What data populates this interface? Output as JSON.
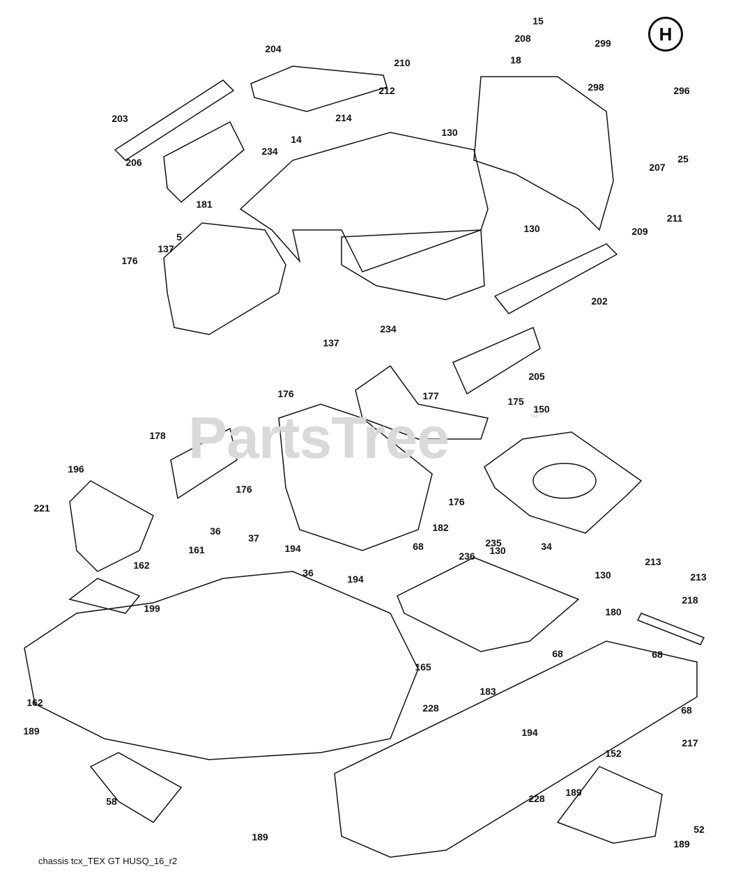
{
  "diagram": {
    "callouts": [
      "15",
      "208",
      "18",
      "299",
      "298",
      "296",
      "204",
      "210",
      "212",
      "214",
      "203",
      "130",
      "14",
      "234",
      "206",
      "207",
      "25",
      "130",
      "209",
      "211",
      "181",
      "137",
      "5",
      "176",
      "202",
      "137",
      "234",
      "205",
      "176",
      "177",
      "175",
      "150",
      "178",
      "176",
      "176",
      "196",
      "221",
      "182",
      "130",
      "235",
      "68",
      "236",
      "34",
      "36",
      "37",
      "194",
      "36",
      "194",
      "162",
      "161",
      "130",
      "213",
      "213",
      "199",
      "218",
      "180",
      "68",
      "68",
      "165",
      "183",
      "228",
      "68",
      "162",
      "189",
      "194",
      "217",
      "152",
      "58",
      "228",
      "189",
      "52",
      "189",
      "189"
    ],
    "watermark": "PartsTree",
    "watermark_tm": "™",
    "logo_text": "H",
    "footer": "chassis tcx_TEX GT HUSQ_16_r2"
  }
}
